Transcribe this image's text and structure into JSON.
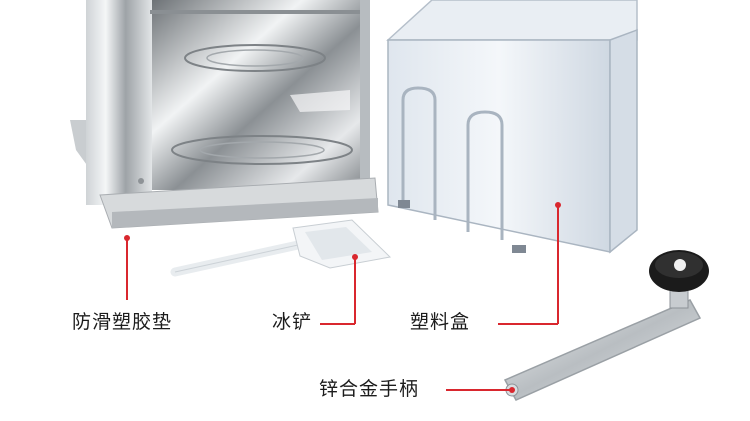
{
  "callouts": {
    "anti_slip_pad": "防滑塑胶垫",
    "ice_scoop": "冰铲",
    "plastic_box": "塑料盒",
    "zinc_alloy_handle": "锌合金手柄"
  },
  "colors": {
    "callout_line": "#d9272e",
    "label_text": "#1c1c1c",
    "background": "#ffffff"
  }
}
